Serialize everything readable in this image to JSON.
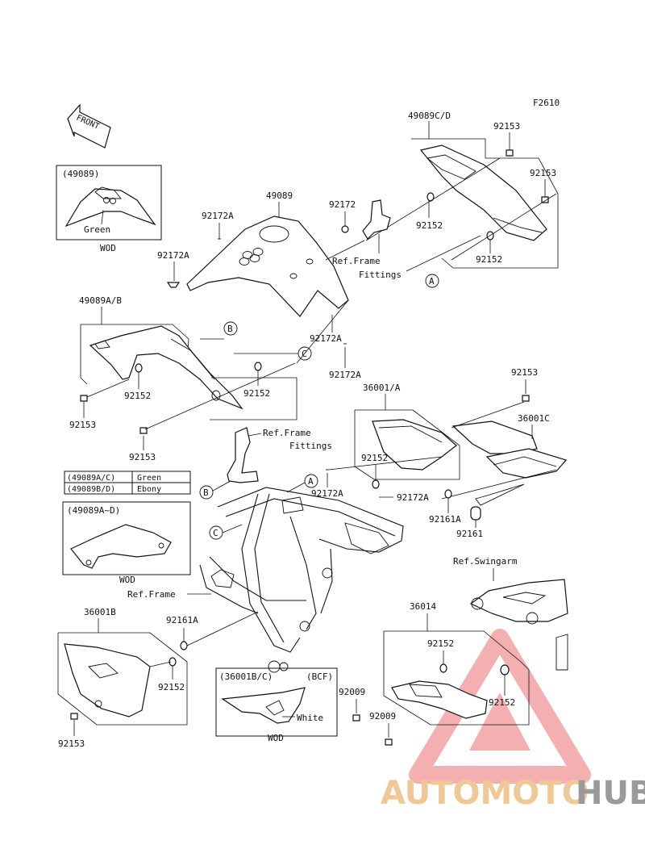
{
  "figure_code": "F2610",
  "front_label": "FRONT",
  "parts": {
    "p49089cd": "49089C/D",
    "p92153_a": "92153",
    "p92153_b": "92153",
    "p49089": "49089",
    "p92172": "92172",
    "p92172a_1": "92172A",
    "p92172a_2": "92172A",
    "p92172a_3": "92172A",
    "p92172a_4": "92172A",
    "p92172a_5": "92172A",
    "p92172a_6": "92172A",
    "p92152_a": "92152",
    "p92152_b": "92152",
    "p49089ab": "49089A/B",
    "p92152_c": "92152",
    "p92152_d": "92152",
    "p92153_c": "92153",
    "p92153_d": "92153",
    "p92153_e": "92153",
    "p36001a": "36001/A",
    "p36001c": "36001C",
    "p92152_e": "92152",
    "p92161a_1": "92161A",
    "p92161": "92161",
    "p36014": "36014",
    "p92152_f": "92152",
    "p92152_g": "92152",
    "p92009_a": "92009",
    "p92009_b": "92009",
    "p36001b": "36001B",
    "p92161a_2": "92161A",
    "p92152_h": "92152",
    "p92153_f": "92153"
  },
  "refs": {
    "frame_fittings_1": [
      "Ref.Frame",
      "Fittings"
    ],
    "frame_fittings_2": [
      "Ref.Frame",
      "Fittings"
    ],
    "frame": "Ref.Frame",
    "swingarm": "Ref.Swingarm"
  },
  "callouts": {
    "a1": "A",
    "a2": "A",
    "b1": "B",
    "b2": "B",
    "c1": "C",
    "c2": "C"
  },
  "insets": {
    "top_left": {
      "title": "(49089)",
      "color": "Green",
      "finish": "WOD"
    },
    "middle_left": {
      "title": "(49089A~D)",
      "finish": "WOD"
    },
    "bottom": {
      "title": "(36001B/C)",
      "variant": "(BCF)",
      "color": "White",
      "finish": "WOD"
    }
  },
  "color_table": {
    "rows": [
      {
        "code": "(49089A/C)",
        "color": "Green"
      },
      {
        "code": "(49089B/D)",
        "color": "Ebony"
      }
    ]
  },
  "watermark": {
    "part1": "AUTOMOTO",
    "part2": "HUB",
    "color_primary": "#f5b8b8",
    "color_accent": "#f0c896",
    "color_hub": "#9a9a9a"
  }
}
